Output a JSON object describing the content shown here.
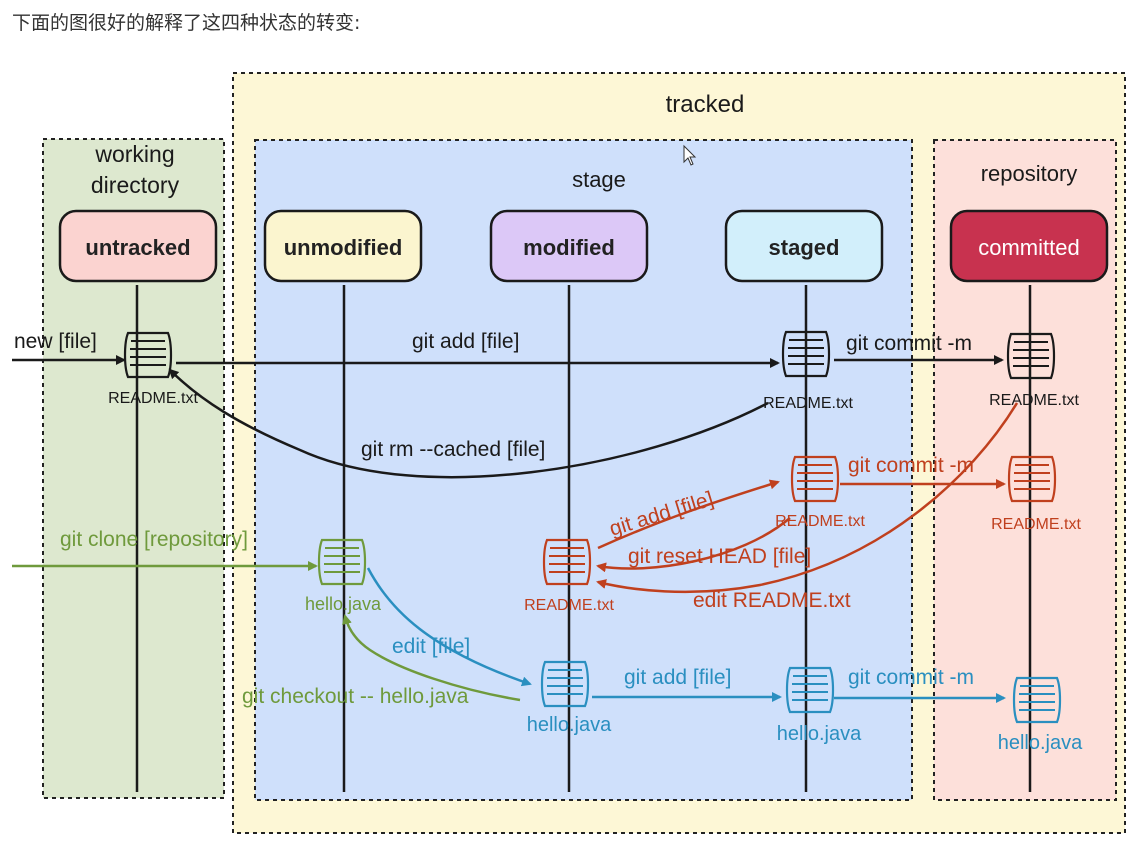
{
  "intro_text": "下面的图很好的解释了这四种状态的转变:",
  "zones": {
    "tracked": "tracked",
    "working_line1": "working",
    "working_line2": "directory",
    "stage": "stage",
    "repository": "repository"
  },
  "states": {
    "untracked": "untracked",
    "unmodified": "unmodified",
    "modified": "modified",
    "staged": "staged",
    "committed": "committed"
  },
  "files": {
    "readme": "README.txt",
    "hello": "hello.java"
  },
  "transitions": {
    "new_file": "new [file]",
    "git_add_1": "git add [file]",
    "git_commit_1": "git commit -m",
    "git_rm_cached": "git rm --cached [file]",
    "git_commit_2": "git commit -m",
    "git_add_2": "git add [file]",
    "git_reset_head": "git reset HEAD [file]",
    "edit_readme": "edit README.txt",
    "git_clone": "git clone [repository]",
    "edit_file": "edit [file]",
    "git_checkout": "git checkout -- hello.java",
    "git_add_3": "git add [file]",
    "git_commit_3": "git commit -m"
  },
  "colors": {
    "black": "#1a1a1a",
    "red": "#c0401e",
    "green": "#6f9a3c",
    "blue": "#2a8fc0",
    "tracked_bg": "#fdf7d6",
    "working_bg": "#dde8cf",
    "stage_bg": "#cfe0fb",
    "repo_bg": "#fde0da",
    "committed_fill": "#c8324f"
  }
}
